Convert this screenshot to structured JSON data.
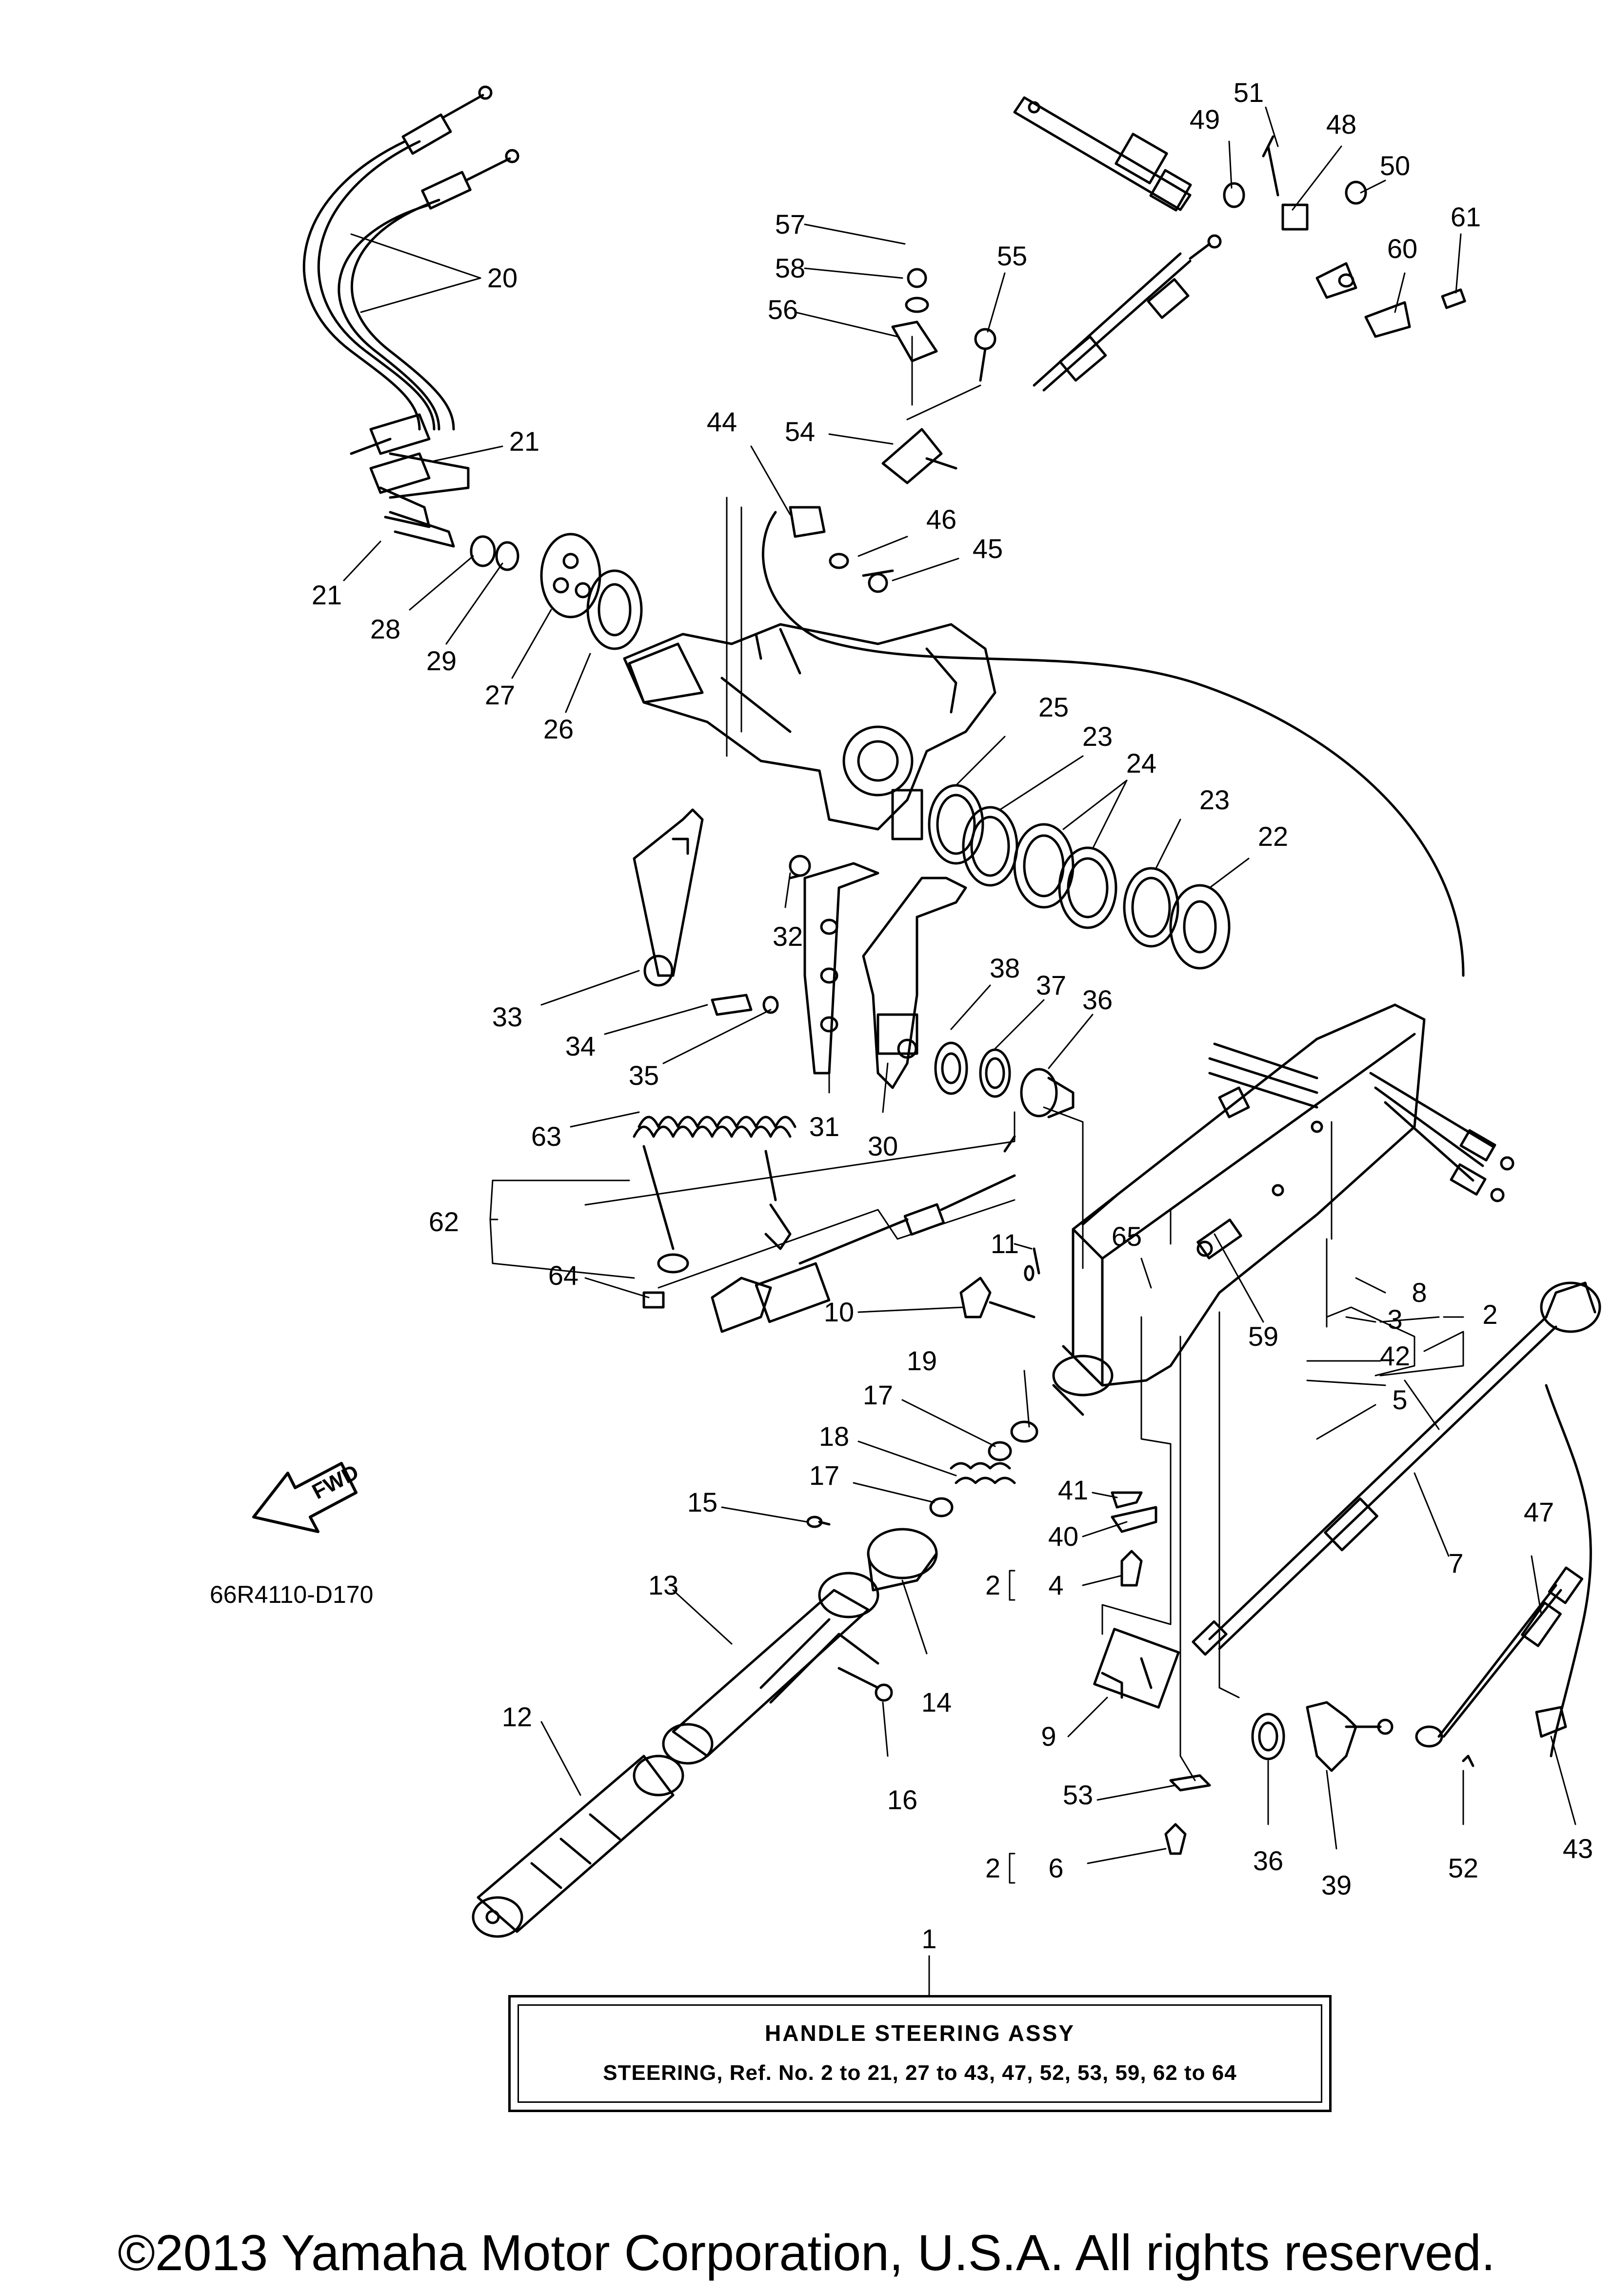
{
  "figure_code": "66R4110-D170",
  "fwd_label": "FWD",
  "assembly_box": {
    "title": "HANDLE STEERING ASSY",
    "note": "STEERING,  Ref. No. 2 to 21, 27 to 43, 47, 52, 53, 59, 62 to 64"
  },
  "ref_number_1": "1",
  "copyright": "©2013 Yamaha Motor Corporation, U.S.A. All rights reserved.",
  "part_labels": {
    "p2a": "2",
    "p2b": "2",
    "p2c": "2",
    "p3": "3",
    "p4": "4",
    "p5": "5",
    "p6": "6",
    "p7": "7",
    "p8": "8",
    "p9": "9",
    "p10": "10",
    "p11": "11",
    "p12": "12",
    "p13": "13",
    "p14": "14",
    "p15": "15",
    "p16": "16",
    "p17a": "17",
    "p17b": "17",
    "p18": "18",
    "p19": "19",
    "p20": "20",
    "p21a": "21",
    "p21b": "21",
    "p22": "22",
    "p23a": "23",
    "p23b": "23",
    "p24": "24",
    "p25": "25",
    "p26": "26",
    "p27": "27",
    "p28": "28",
    "p29": "29",
    "p30": "30",
    "p31": "31",
    "p32": "32",
    "p33": "33",
    "p34": "34",
    "p35": "35",
    "p36a": "36",
    "p36b": "36",
    "p37": "37",
    "p38": "38",
    "p39": "39",
    "p40": "40",
    "p41": "41",
    "p42": "42",
    "p43": "43",
    "p44": "44",
    "p45": "45",
    "p46": "46",
    "p47": "47",
    "p48": "48",
    "p49": "49",
    "p50": "50",
    "p51": "51",
    "p52": "52",
    "p53": "53",
    "p54": "54",
    "p55": "55",
    "p56": "56",
    "p57": "57",
    "p58": "58",
    "p59": "59",
    "p60": "60",
    "p61": "61",
    "p62": "62",
    "p63": "63",
    "p64": "64",
    "p65": "65"
  }
}
